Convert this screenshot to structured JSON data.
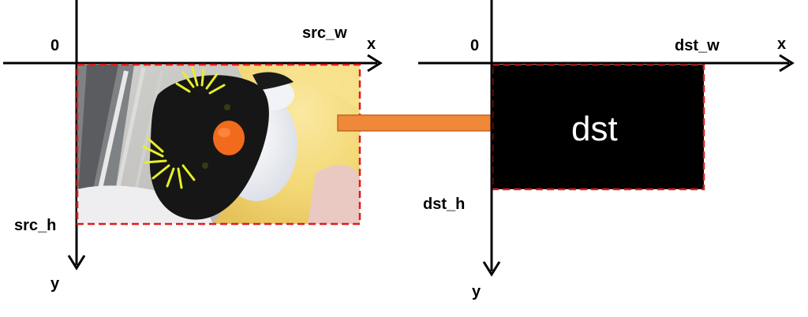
{
  "colors": {
    "axis": "#000000",
    "dashed_border": "#e01b1b",
    "arrow_fill": "#f0883a",
    "arrow_stroke": "#c5661e",
    "dst_fill": "#000000",
    "dst_text": "#ffffff"
  },
  "source": {
    "origin_label": "0",
    "x_axis_label": "x",
    "y_axis_label": "y",
    "width_label": "src_w",
    "height_label": "src_h",
    "image_subject": "photo of a plush penguin toy with yellow tufts and orange beak on a yellow towel"
  },
  "destination": {
    "origin_label": "0",
    "x_axis_label": "x",
    "y_axis_label": "y",
    "width_label": "dst_w",
    "height_label": "dst_h",
    "box_text": "dst"
  }
}
